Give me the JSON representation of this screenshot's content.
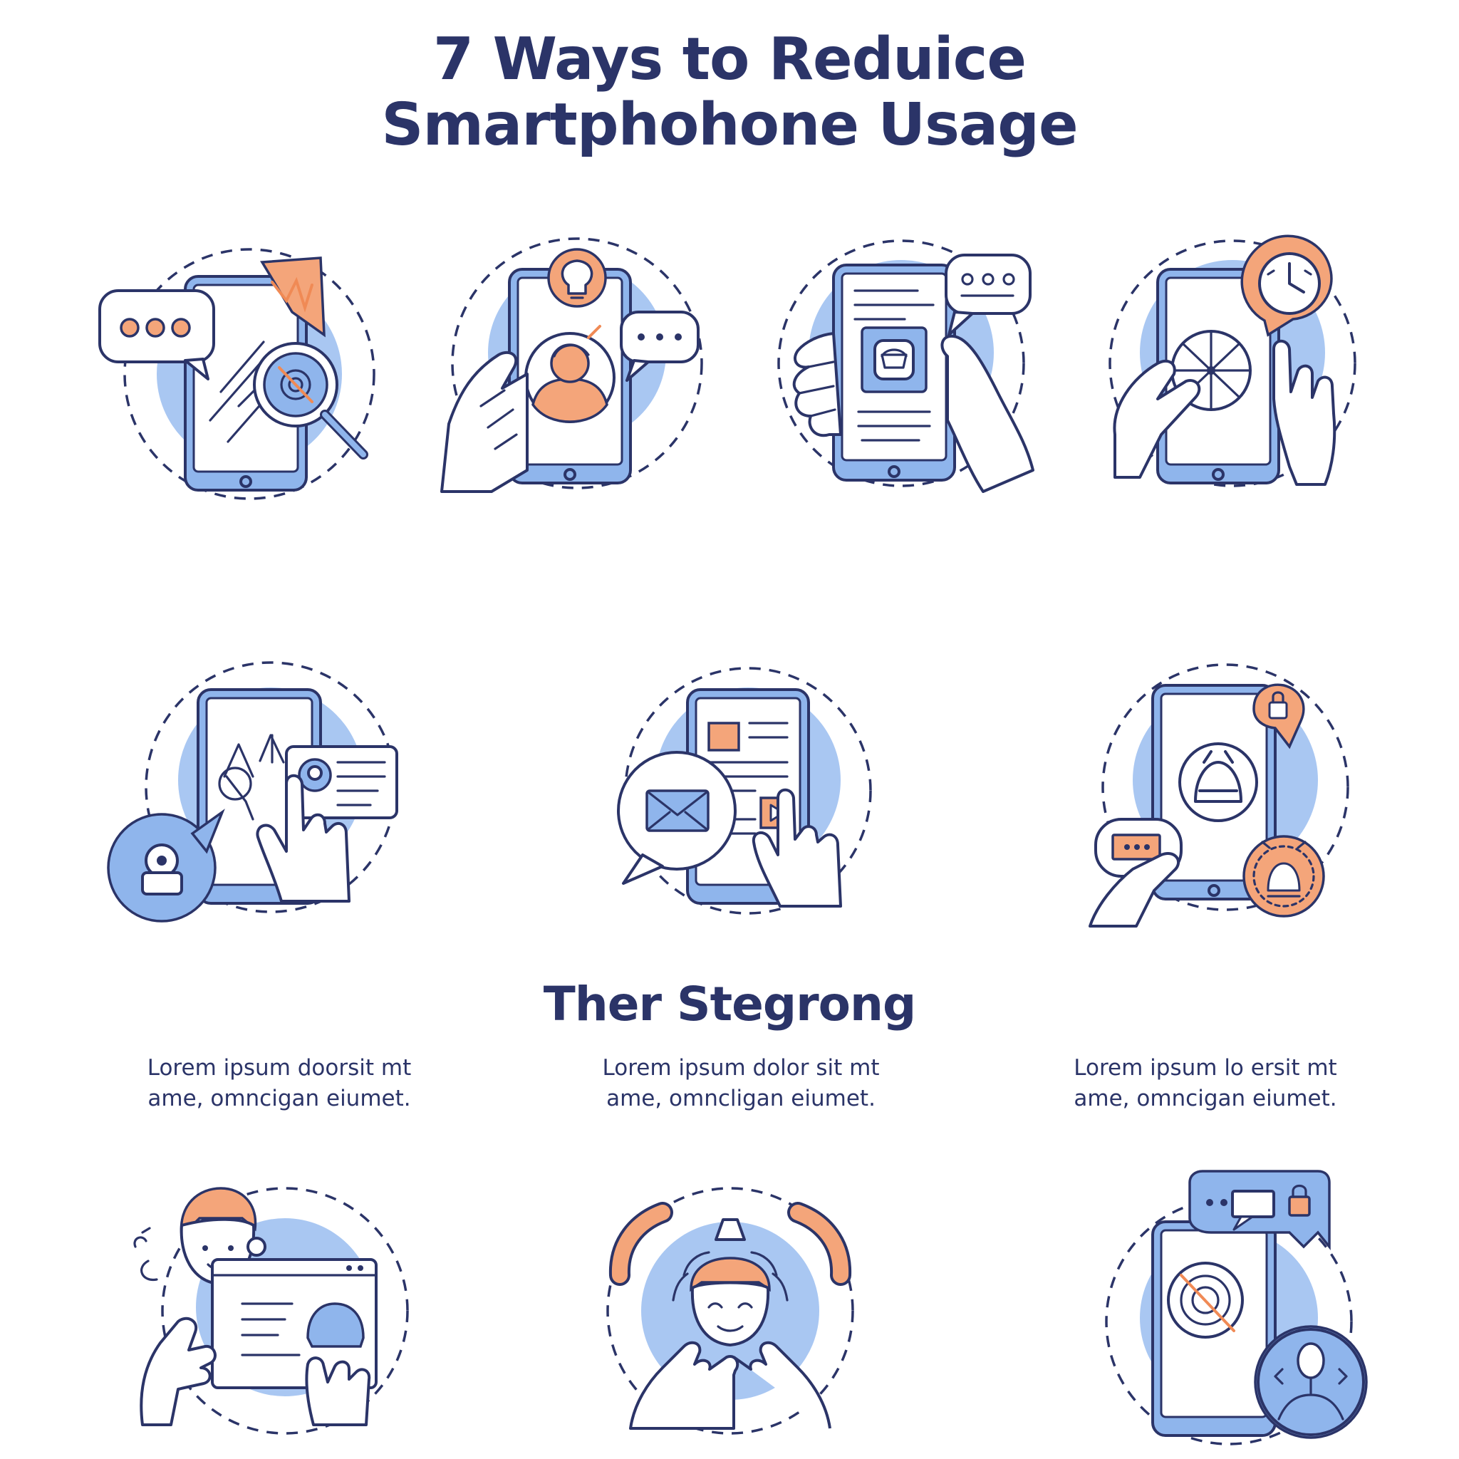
{
  "header": {
    "title_line1": "7 Ways to  Reduice",
    "title_line2": "Smartphohone Usage"
  },
  "section": {
    "heading": "Ther Stegrong"
  },
  "columns": [
    {
      "line1": "Lorem ipsum doorsit mt",
      "line2": "ame, omncigan eiumet."
    },
    {
      "line1": "Lorem ipsum dolor sit mt",
      "line2": "ame, omncligan eiumet."
    },
    {
      "line1": "Lorem ipsum lo ersit mt",
      "line2": "ame, omncigan eiumet."
    }
  ],
  "icons": {
    "row1": [
      "phone-chat-search-icon",
      "phone-profile-idea-icon",
      "phone-app-hands-icon",
      "phone-timer-block-icon"
    ],
    "row2": [
      "phone-touch-privacy-icon",
      "phone-message-media-icon",
      "phone-lock-notifications-icon"
    ],
    "row3": [
      "person-laptop-icon",
      "person-stress-icon",
      "phone-block-profile-icon"
    ]
  },
  "colors": {
    "navy": "#2b3468",
    "accent_blue": "#8fb5ec",
    "light_blue": "#a9c7f2",
    "accent_orange": "#f4a57a"
  }
}
